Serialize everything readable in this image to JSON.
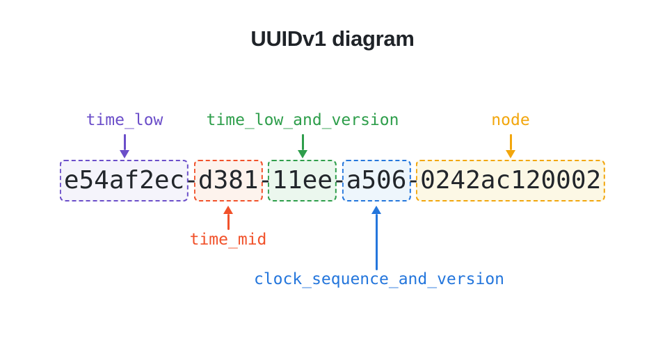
{
  "title": "UUIDv1 diagram",
  "uuid": {
    "full": "e54af2ec-d381-11ee-a506-0242ac120002",
    "separator": "-",
    "segments": [
      {
        "id": "time_low",
        "text": "e54af2ec",
        "label": "time_low",
        "label_position": "top",
        "color": "#6b4ec9",
        "fill": "#f5f4fb"
      },
      {
        "id": "time_mid",
        "text": "d381",
        "label": "time_mid",
        "label_position": "bottom",
        "color": "#f1512a",
        "fill": "#fdf3ed"
      },
      {
        "id": "time_low_and_version",
        "text": "11ee",
        "label": "time_low_and_version",
        "label_position": "top",
        "color": "#2e9e4b",
        "fill": "#ebf7ee"
      },
      {
        "id": "clock_sequence_and_version",
        "text": "a506",
        "label": "clock_sequence_and_version",
        "label_position": "bottom",
        "color": "#2476dc",
        "fill": "#eef6fc"
      },
      {
        "id": "node",
        "text": "0242ac120002",
        "label": "node",
        "label_position": "top",
        "color": "#f2a60d",
        "fill": "#fcf8e5"
      }
    ]
  },
  "colors": {
    "background": "#ffffff",
    "title_text": "#1f2328",
    "uuid_text": "#22262b"
  }
}
